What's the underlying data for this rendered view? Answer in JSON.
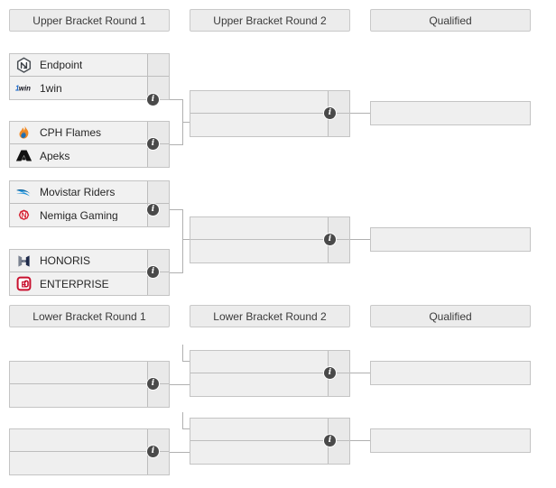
{
  "headers": {
    "ub_r1": "Upper Bracket Round 1",
    "ub_r2": "Upper Bracket Round 2",
    "ub_qualified": "Qualified",
    "lb_r1": "Lower Bracket Round 1",
    "lb_r2": "Lower Bracket Round 2",
    "lb_qualified": "Qualified"
  },
  "icons": {
    "info": "i"
  },
  "colors": {
    "box_fill": "#f1f1f1",
    "box_border": "#c4c4c4",
    "header_fill": "#ececec",
    "line": "#b0b0b0",
    "info_badge": "#4a4a4a"
  },
  "upper_bracket": {
    "round1": [
      {
        "match_id": "ub-r1-m1",
        "teams": [
          {
            "name": "Endpoint",
            "logo": "endpoint-logo",
            "score": ""
          },
          {
            "name": "1win",
            "logo": "1win-logo",
            "score": ""
          }
        ]
      },
      {
        "match_id": "ub-r1-m2",
        "teams": [
          {
            "name": "CPH Flames",
            "logo": "cph-flames-logo",
            "score": ""
          },
          {
            "name": "Apeks",
            "logo": "apeks-logo",
            "score": ""
          }
        ]
      },
      {
        "match_id": "ub-r1-m3",
        "teams": [
          {
            "name": "Movistar Riders",
            "logo": "movistar-riders-logo",
            "score": ""
          },
          {
            "name": "Nemiga Gaming",
            "logo": "nemiga-gaming-logo",
            "score": ""
          }
        ]
      },
      {
        "match_id": "ub-r1-m4",
        "teams": [
          {
            "name": "HONORIS",
            "logo": "honoris-logo",
            "score": ""
          },
          {
            "name": "ENTERPRISE",
            "logo": "enterprise-logo",
            "score": ""
          }
        ]
      }
    ],
    "round2": [
      {
        "match_id": "ub-r2-m1",
        "teams": [
          {
            "name": "",
            "logo": "",
            "score": ""
          },
          {
            "name": "",
            "logo": "",
            "score": ""
          }
        ]
      },
      {
        "match_id": "ub-r2-m2",
        "teams": [
          {
            "name": "",
            "logo": "",
            "score": ""
          },
          {
            "name": "",
            "logo": "",
            "score": ""
          }
        ]
      }
    ],
    "qualified": [
      {
        "match_id": "ub-q-1",
        "name": ""
      },
      {
        "match_id": "ub-q-2",
        "name": ""
      }
    ]
  },
  "lower_bracket": {
    "round1": [
      {
        "match_id": "lb-r1-m1",
        "teams": [
          {
            "name": "",
            "logo": "",
            "score": ""
          },
          {
            "name": "",
            "logo": "",
            "score": ""
          }
        ]
      },
      {
        "match_id": "lb-r1-m2",
        "teams": [
          {
            "name": "",
            "logo": "",
            "score": ""
          },
          {
            "name": "",
            "logo": "",
            "score": ""
          }
        ]
      }
    ],
    "round2": [
      {
        "match_id": "lb-r2-m1",
        "teams": [
          {
            "name": "",
            "logo": "",
            "score": ""
          },
          {
            "name": "",
            "logo": "",
            "score": ""
          }
        ]
      },
      {
        "match_id": "lb-r2-m2",
        "teams": [
          {
            "name": "",
            "logo": "",
            "score": ""
          },
          {
            "name": "",
            "logo": "",
            "score": ""
          }
        ]
      }
    ],
    "qualified": [
      {
        "match_id": "lb-q-1",
        "name": ""
      },
      {
        "match_id": "lb-q-2",
        "name": ""
      }
    ]
  }
}
